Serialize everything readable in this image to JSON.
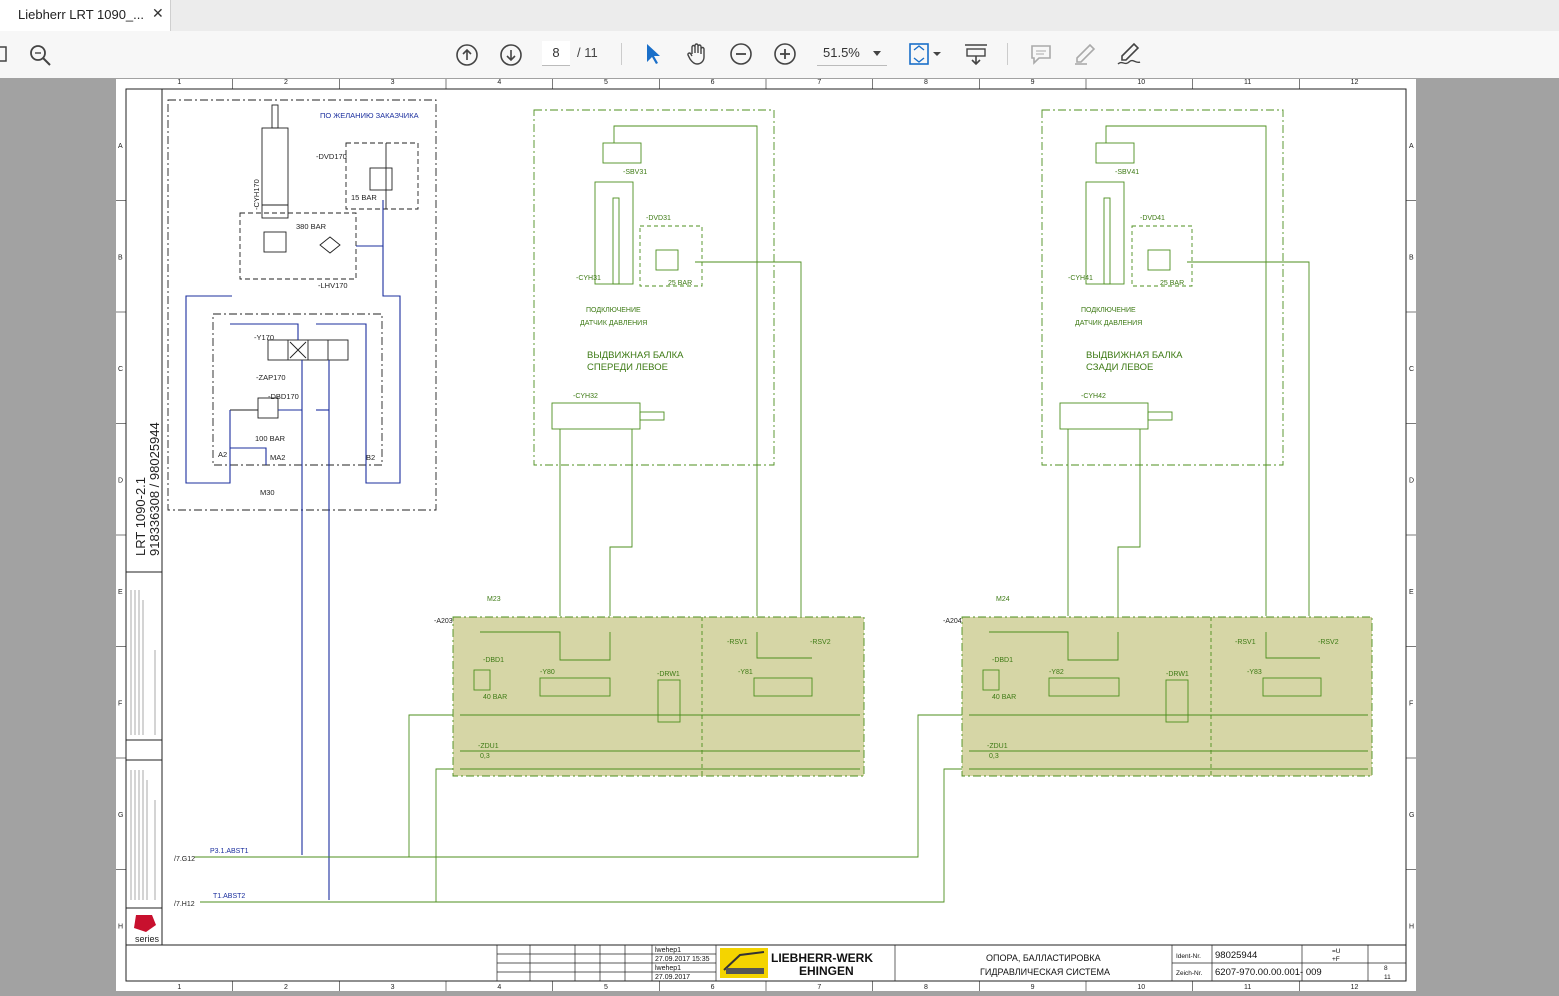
{
  "tab": {
    "title": "Liebherr LRT 1090_...",
    "close": "✕"
  },
  "toolbar": {
    "page_current": "8",
    "page_total": "/ 11",
    "zoom": "51.5%"
  },
  "drawing": {
    "columns": [
      "1",
      "2",
      "3",
      "4",
      "5",
      "6",
      "7",
      "8",
      "9",
      "10",
      "11",
      "12"
    ],
    "rows": [
      "A",
      "B",
      "C",
      "D",
      "E",
      "F",
      "G",
      "H"
    ],
    "left_model": "LRT 1090-2.1",
    "left_numbers": "918336308 / 98025944",
    "optional_label": "ПО ЖЕЛАНИЮ ЗАКАЗЧИКА",
    "labels_left": {
      "dvd170": "-DVD170",
      "bar15": "15 BAR",
      "cyh170": "-CYH170",
      "bar380": "380 BAR",
      "lhv170": "-LHV170",
      "y170": "-Y170",
      "zap170": "-ZAP170",
      "dbd170": "-DBD170",
      "bar100": "100 BAR",
      "a2": "A2",
      "ma2": "MA2",
      "b2": "B2",
      "m30": "M30"
    },
    "front": {
      "sbv": "-SBV31",
      "dvd": "-DVD31",
      "cyh_a": "-CYH31",
      "cyh_b": "-CYH32",
      "bar": "25 BAR",
      "sensor1": "ПОДКЛЮЧЕНИЕ",
      "sensor2": "ДАТЧИК ДАВЛЕНИЯ",
      "title1": "ВЫДВИЖНАЯ БАЛКА",
      "title2": "СПЕРЕДИ ЛЕВОЕ"
    },
    "rear": {
      "sbv": "-SBV41",
      "dvd": "-DVD41",
      "cyh_a": "-CYH41",
      "cyh_b": "-CYH42",
      "bar": "25 BAR",
      "sensor1": "ПОДКЛЮЧЕНИЕ",
      "sensor2": "ДАТЧИК ДАВЛЕНИЯ",
      "title1": "ВЫДВИЖНАЯ БАЛКА",
      "title2": "СЗАДИ ЛЕВОЕ"
    },
    "block1": {
      "id": "-A203",
      "m": "M23",
      "y1": "-Y80",
      "y2": "-Y81",
      "rsv1": "-RSV1",
      "rsv2": "-RSV2",
      "dbd": "-DBD1",
      "bar": "40 BAR",
      "drw": "-DRW1",
      "zdu": "-ZDU1",
      "zdu_v": "0,3"
    },
    "block2": {
      "id": "-A204",
      "m": "M24",
      "y1": "-Y82",
      "y2": "-Y83",
      "rsv1": "-RSV1",
      "rsv2": "-RSV2",
      "dbd": "-DBD1",
      "bar": "40 BAR",
      "drw": "-DRW1",
      "zdu": "-ZDU1",
      "zdu_v": "0,3"
    },
    "lines": {
      "p_ref": "/7.G12",
      "p_label": "P3.1.ABST1",
      "t_ref": "/7.H12",
      "t_label": "T1.ABST2"
    },
    "titleblock": {
      "company1": "LIEBHERR-WERK",
      "company2": "EHINGEN",
      "title1": "ОПОРА, БАЛЛАСТИРОВКА",
      "title2": "ГИДРАВЛИЧЕСКАЯ СИСТЕМА",
      "ident_label": "Ident-Nr.",
      "ident": "98025944",
      "zeich_label": "Zeich-Nr.",
      "zeich": "6207-970.00.00.001- 009",
      "bearb": "lwehep1",
      "date1": "27.09.2017  15:35",
      "ausgabe": "lwehep1",
      "date2": "27.09.2017",
      "blatt": "8",
      "von": "11",
      "anlage": "=U",
      "ort": "+F",
      "series": "series"
    }
  }
}
